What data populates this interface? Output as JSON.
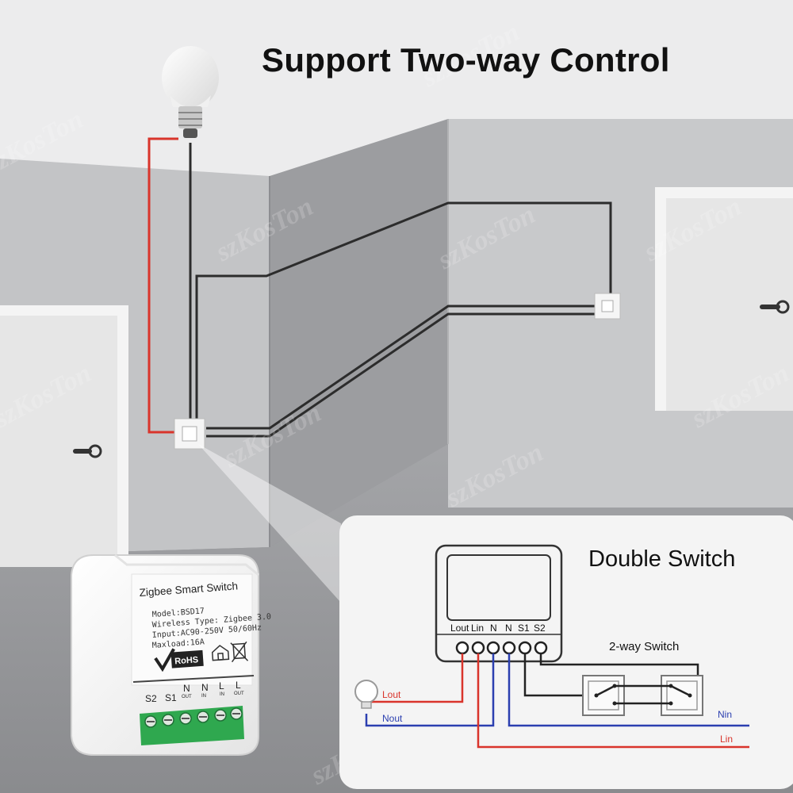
{
  "headline": "Support Two-way Control",
  "watermark": "szKosTon",
  "inset": {
    "title": "Double Switch",
    "terminal_labels": [
      "Lout",
      "Lin",
      "N",
      "N",
      "S1",
      "S2"
    ],
    "switch_label": "2-way Switch",
    "wire_labels": {
      "lout": "Lout",
      "nout": "Nout",
      "nin": "Nin",
      "lin": "Lin"
    }
  },
  "module": {
    "title": "Zigbee Smart Switch",
    "spec_lines": [
      "Model:BSD17",
      "Wireless Type: Zigbee 3.0",
      "Input:AC90-250V 50/60Hz",
      "Maxload:16A"
    ],
    "cert_mark": "RoHS",
    "terminals": [
      {
        "label": "S2",
        "sub": ""
      },
      {
        "label": "S1",
        "sub": ""
      },
      {
        "label": "N",
        "sub": "OUT"
      },
      {
        "label": "N",
        "sub": "IN"
      },
      {
        "label": "L",
        "sub": "IN"
      },
      {
        "label": "L",
        "sub": "OUT"
      }
    ]
  },
  "colors": {
    "live_wire": "#d9342b",
    "neutral_wire": "#2b3fb0",
    "switch_wire": "#222222",
    "terminal_block": "#2fa84f"
  }
}
